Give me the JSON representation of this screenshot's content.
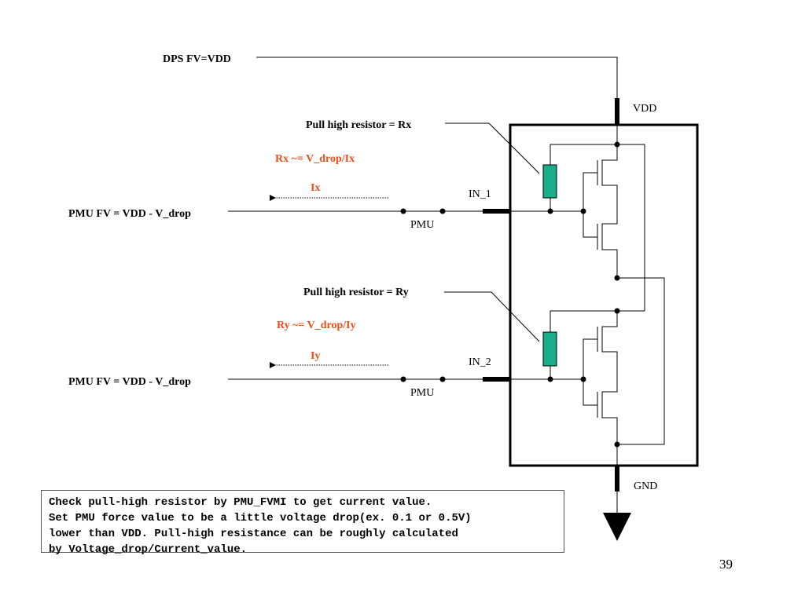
{
  "diagram": {
    "dps_label": "DPS FV=VDD",
    "vdd_label": "VDD",
    "gnd_label": "GND",
    "pull_high_x": "Pull high resistor = Rx",
    "pull_high_y": "Pull high resistor = Ry",
    "formula_x": "Rx ~= V_drop/Ix",
    "formula_y": "Ry ~= V_drop/Iy",
    "current_x": "Ix",
    "current_y": "Iy",
    "pmu_fv_1": "PMU FV = VDD - V_drop",
    "pmu_fv_2": "PMU FV = VDD - V_drop",
    "pmu_1": "PMU",
    "pmu_2": "PMU",
    "in_1": "IN_1",
    "in_2": "IN_2"
  },
  "note": {
    "lines": [
      "Check pull-high resistor by PMU_FVMI to get current value.",
      "Set PMU force value to be a little voltage drop(ex. 0.1 or 0.5V)",
      "lower than VDD. Pull-high resistance can be roughly calculated",
      "by Voltage_drop/Current_value."
    ]
  },
  "page_number": "39",
  "colors": {
    "resistor_fill": "#1aae8a",
    "formula_text": "#e8501a"
  }
}
